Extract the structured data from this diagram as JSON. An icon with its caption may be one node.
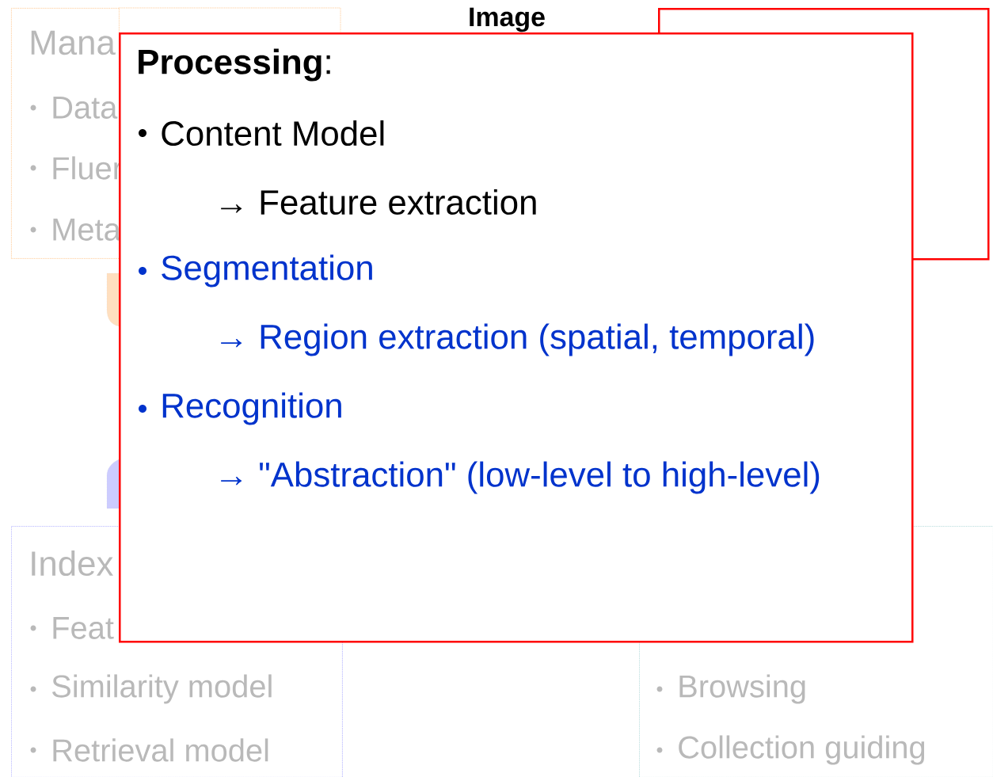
{
  "diagram": {
    "title": "Image",
    "nodes": [
      {
        "text": [
          "Mana",
          "Data",
          "Fluer",
          "Meta"
        ]
      },
      {
        "text": [],
        "shape": "box"
      },
      {
        "text": [
          "Index",
          "Feat",
          "Similarity model",
          "Retrieval model"
        ]
      },
      {
        "text": [
          "Browsing",
          "Collection guiding"
        ]
      },
      {
        "text": [
          "**Processing**:",
          "Content Model",
          "→ Feature extraction",
          "Segmentation",
          "→ Region extraction (spatial, temporal)",
          "Recognition",
          "→ \"Abstraction\" (low-level to high-level)"
        ]
      }
    ]
  }
}
